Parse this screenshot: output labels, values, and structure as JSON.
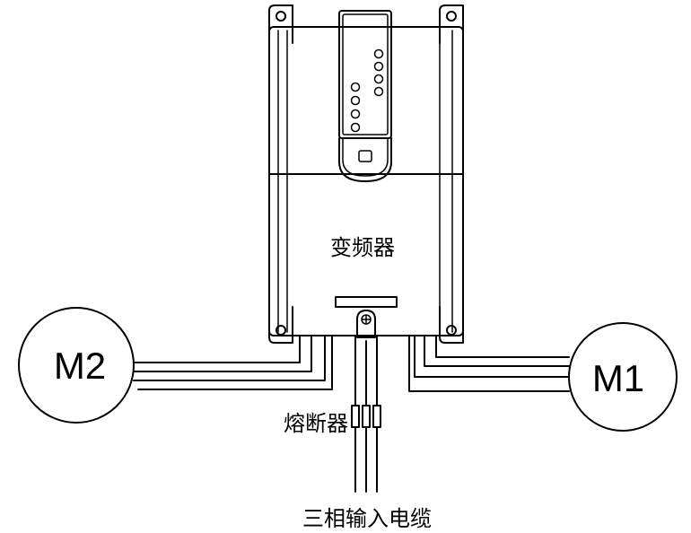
{
  "labels": {
    "inverter": "变频器",
    "fuse": "熔断器",
    "input_cable": "三相输入电缆",
    "motor_left": "M2",
    "motor_right": "M1"
  },
  "colors": {
    "line": "#000000",
    "background": "#ffffff"
  }
}
